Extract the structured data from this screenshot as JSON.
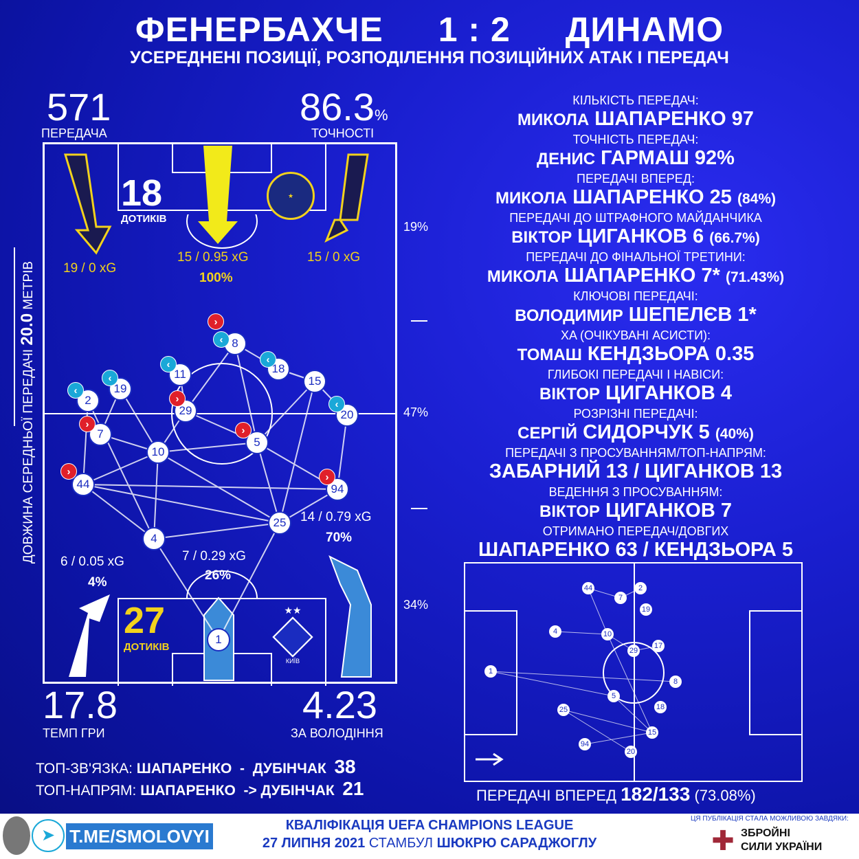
{
  "header": {
    "home": "ФЕНЕРБАХЧЕ",
    "score": "1 : 2",
    "away": "ДИНАМО",
    "subtitle": "УСЕРЕДНЕНІ ПОЗИЦІЇ, РОЗПОДІЛЕННЯ ПОЗИЦІЙНИХ АТАК І ПЕРЕДАЧ"
  },
  "left": {
    "passes": "571",
    "passes_label": "ПЕРЕДАЧА",
    "accuracy": "86.3",
    "accuracy_unit": "%",
    "accuracy_label": "ТОЧНОСТІ",
    "tempo": "17.8",
    "tempo_label": "ТЕМП ГРИ",
    "possession": "4.23",
    "possession_label": "ЗА ВОЛОДІННЯ",
    "opp_touches": "18",
    "opp_touches_label": "ДОТИКІВ",
    "own_touches": "27",
    "own_touches_label": "ДОТИКІВ",
    "side_label_pre": "ДОВЖИНА СЕРЕДНЬОЇ ПЕРЕДАЧІ ",
    "side_value": "20.0",
    "side_label_post": " МЕТРІВ",
    "zones": [
      "19%",
      "47%",
      "34%"
    ],
    "opp_attacks": {
      "left": "19 / 0 xG",
      "center": "15 / 0.95 xG",
      "center_pct": "100%",
      "right": "15 / 0 xG"
    },
    "own_attacks": {
      "left": "6 / 0.05 xG",
      "left_pct": "4%",
      "center": "7 / 0.29 xG",
      "center_pct": "26%",
      "right": "14 / 0.79 xG",
      "right_pct": "70%"
    },
    "players": [
      "8",
      "11",
      "18",
      "15",
      "19",
      "2",
      "29",
      "20",
      "7",
      "5",
      "10",
      "44",
      "94",
      "25",
      "4",
      "1"
    ],
    "dinamo_logo": "КИЇВ",
    "top_link_label": "ТОП-ЗВ'ЯЗКА:",
    "top_link": "ШАПАРЕНКО  -  ДУБІНЧАК",
    "top_link_value": "38",
    "top_dir_label": "ТОП-НАПРЯМ:",
    "top_dir": "ШАПАРЕНКО  -> ДУБІНЧАК",
    "top_dir_value": "21"
  },
  "stats": [
    {
      "label": "КІЛЬКІСТЬ ПЕРЕДАЧ:",
      "first": "МИКОЛА",
      "last": "ШАПАРЕНКО 97",
      "extra": ""
    },
    {
      "label": "ТОЧНІСТЬ ПЕРЕДАЧ:",
      "first": "ДЕНИС",
      "last": "ГАРМАШ 92%",
      "extra": ""
    },
    {
      "label": "ПЕРЕДАЧІ ВПЕРЕД:",
      "first": "МИКОЛА",
      "last": "ШАПАРЕНКО 25",
      "extra": "(84%)"
    },
    {
      "label": "ПЕРЕДАЧІ ДО ШТРАФНОГО МАЙДАНЧИКА",
      "first": "ВІКТОР",
      "last": "ЦИГАНКОВ 6",
      "extra": "(66.7%)"
    },
    {
      "label": "ПЕРЕДАЧІ ДО ФІНАЛЬНОЇ ТРЕТИНИ:",
      "first": "МИКОЛА",
      "last": "ШАПАРЕНКО 7*",
      "extra": "(71.43%)"
    },
    {
      "label": "КЛЮЧОВІ ПЕРЕДАЧІ:",
      "first": "ВОЛОДИМИР",
      "last": "ШЕПЕЛЄВ 1*",
      "extra": ""
    },
    {
      "label": "XA (ОЧІКУВАНІ АСИСТИ):",
      "first": "ТОМАШ",
      "last": "КЕНДЗЬОРА 0.35",
      "extra": ""
    },
    {
      "label": "ГЛИБОКІ ПЕРЕДАЧІ І НАВІСИ:",
      "first": "ВІКТОР",
      "last": "ЦИГАНКОВ 4",
      "extra": ""
    },
    {
      "label": "РОЗРІЗНІ ПЕРЕДАЧІ:",
      "first": "СЕРГІЙ",
      "last": "СИДОРЧУК 5",
      "extra": "(40%)"
    },
    {
      "label": "ПЕРЕДАЧІ З ПРОСУВАННЯМ/ТОП-НАПРЯМ:",
      "first": "",
      "last": "ЗАБАРНИЙ 13 / ЦИГАНКОВ 13",
      "extra": ""
    },
    {
      "label": "ВЕДЕННЯ З ПРОСУВАННЯМ:",
      "first": "ВІКТОР",
      "last": "ЦИГАНКОВ 7",
      "extra": ""
    },
    {
      "label": "ОТРИМАНО ПЕРЕДАЧ/ДОВГИХ",
      "first": "",
      "last": "ШАПАРЕНКО 63 / КЕНДЗЬОРА 5",
      "extra": ""
    }
  ],
  "mini": {
    "players": [
      "44",
      "7",
      "2",
      "19",
      "4",
      "10",
      "29",
      "17",
      "1",
      "8",
      "5",
      "25",
      "18",
      "15",
      "94",
      "20"
    ],
    "forward_label": "ПЕРЕДАЧІ ВПЕРЕД",
    "forward_value": "182/133",
    "forward_pct": "(73.08%)"
  },
  "footer": {
    "channel": "T.ME/SMOLOVYI",
    "line1": "КВАЛІФІКАЦІЯ UEFA CHAMPIONS LEAGUE",
    "line2_date": "27 ЛИПНЯ 2021",
    "line2_city": "СТАМБУЛ",
    "line2_stadium": "ШЮКРЮ САРАДЖОГЛУ",
    "sponsor_note": "ЦЯ ПУБЛІКАЦІЯ СТАЛА МОЖЛИВОЮ ЗАВДЯКИ:",
    "sponsor_1": "ЗБРОЙНІ",
    "sponsor_2": "СИЛИ УКРАЇНИ"
  },
  "colors": {
    "yellow": "#f2d21c",
    "red": "#e0202a",
    "cyan": "#1aa8d8",
    "bg": "#1a1fd0"
  }
}
